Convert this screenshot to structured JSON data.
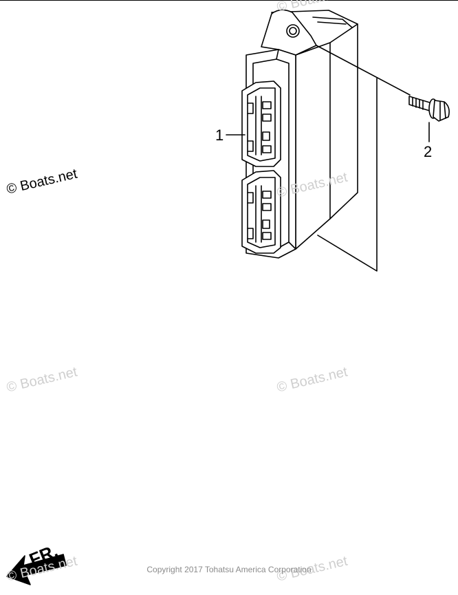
{
  "callouts": {
    "part_1": "1",
    "part_2": "2"
  },
  "watermark": {
    "text": "© Boats.net"
  },
  "copyright": "Copyright 2017 Tohatsu America Corporation",
  "front_indicator": {
    "label": "FR."
  },
  "parts": [
    {
      "ref": "1",
      "icon": "control-unit-icon"
    },
    {
      "ref": "2",
      "icon": "bolt-icon"
    }
  ]
}
